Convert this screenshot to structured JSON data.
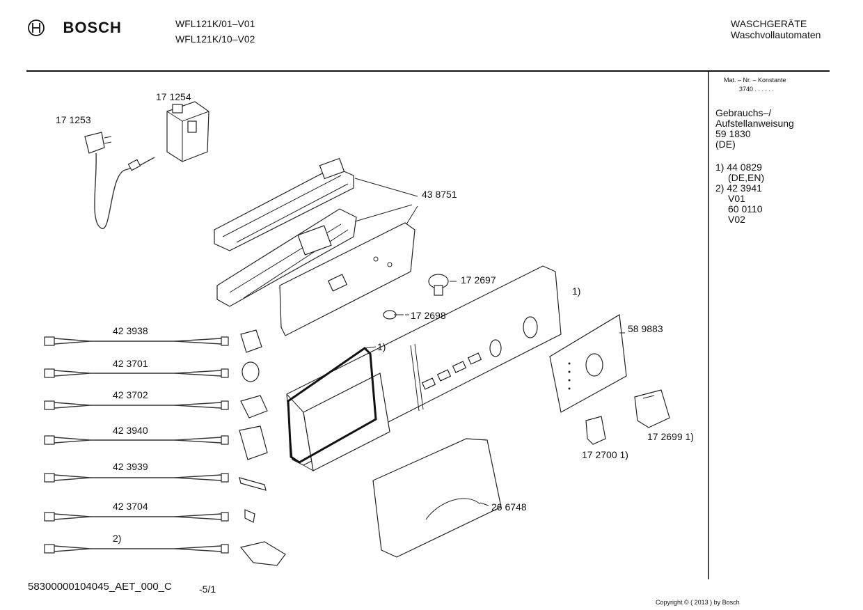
{
  "header": {
    "brand": "BOSCH",
    "brand_icon": "bosch-armature-icon",
    "model_line_1": "WFL121K/01–V01",
    "model_line_2": "WFL121K/10–V02",
    "category_line_1": "WASCHGERÄTE",
    "category_line_2": "Waschvollautomaten"
  },
  "sidebar": {
    "mat_label": "Mat. – Nr. – Konstante",
    "mat_value": "3740  .  .    .  .  .  .",
    "doc_line_1": "Gebrauchs–/",
    "doc_line_2": "Aufstellanweisung",
    "doc_number": "59 1830",
    "doc_lang": "(DE)",
    "note_1": "1) 44 0829",
    "note_1_lang": "(DE,EN)",
    "note_2": "2) 42 3941",
    "note_2_v1": "V01",
    "note_2_num": "60 0110",
    "note_2_v2": "V02"
  },
  "parts": {
    "p171253": "17 1253",
    "p171254": "17 1254",
    "p438751": "43 8751",
    "p172697": "17 2697",
    "p172698": "17 2698",
    "panel_note": "1)",
    "seal_note": "1)",
    "p589883": "58 9883",
    "p172699": "17 2699 1)",
    "p172700": "17 2700 1)",
    "p266748": "26 6748",
    "w423938": "42 3938",
    "w423701": "42 3701",
    "w423702": "42 3702",
    "w423940": "42 3940",
    "w423939": "42 3939",
    "w423704": "42 3704",
    "w_note2": "2)"
  },
  "footer": {
    "doc_code": "58300000104045_AET_000_C",
    "page": "-5/1",
    "copyright": "Copyright © ( 2013 ) by Bosch"
  }
}
